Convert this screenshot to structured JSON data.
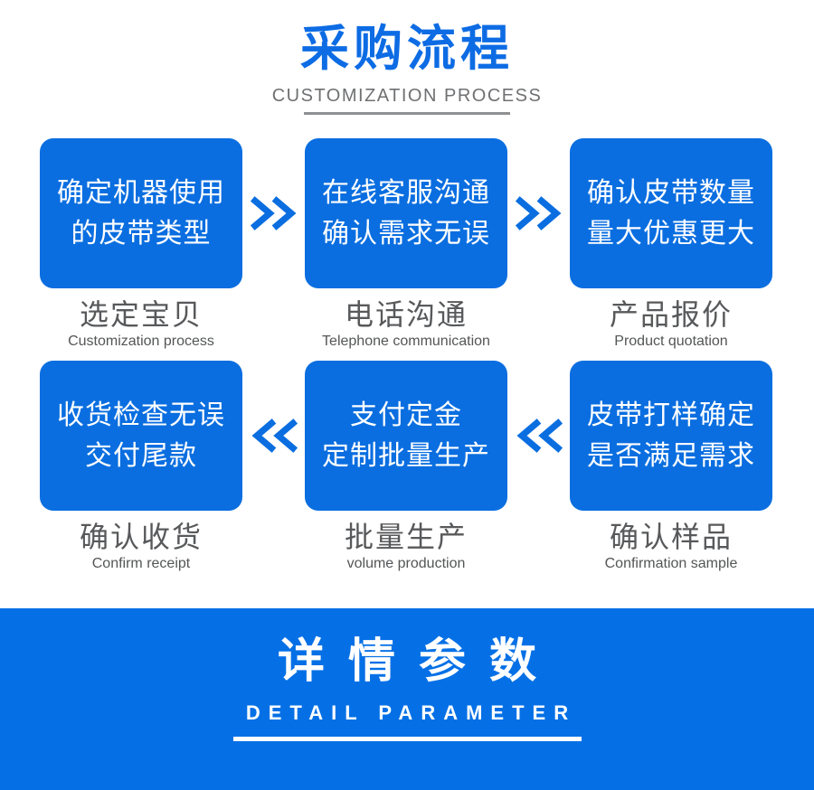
{
  "header": {
    "title": "采购流程",
    "subtitle": "CUSTOMIZATION PROCESS"
  },
  "steps": [
    {
      "box_line1": "确定机器使用",
      "box_line2": "的皮带类型",
      "caption_zh": "选定宝贝",
      "caption_en": "Customization process"
    },
    {
      "box_line1": "在线客服沟通",
      "box_line2": "确认需求无误",
      "caption_zh": "电话沟通",
      "caption_en": "Telephone communication"
    },
    {
      "box_line1": "确认皮带数量",
      "box_line2": "量大优惠更大",
      "caption_zh": "产品报价",
      "caption_en": "Product quotation"
    },
    {
      "box_line1": "收货检查无误",
      "box_line2": "交付尾款",
      "caption_zh": "确认收货",
      "caption_en": "Confirm receipt"
    },
    {
      "box_line1": "支付定金",
      "box_line2": "定制批量生产",
      "caption_zh": "批量生产",
      "caption_en": "volume production"
    },
    {
      "box_line1": "皮带打样确定",
      "box_line2": "是否满足需求",
      "caption_zh": "确认样品",
      "caption_en": "Confirmation sample"
    }
  ],
  "icons": {
    "row1_arrow": "double-chevron-right",
    "row2_arrow": "double-chevron-left"
  },
  "banner": {
    "title": "详情参数",
    "subtitle": "DETAIL PARAMETER"
  },
  "colors": {
    "title_blue": "#0d6ce4",
    "accent_blue": "#0a6ee0",
    "banner_blue": "#0570e6",
    "caption_gray": "#58595b",
    "subtitle_gray": "#6f7072"
  }
}
